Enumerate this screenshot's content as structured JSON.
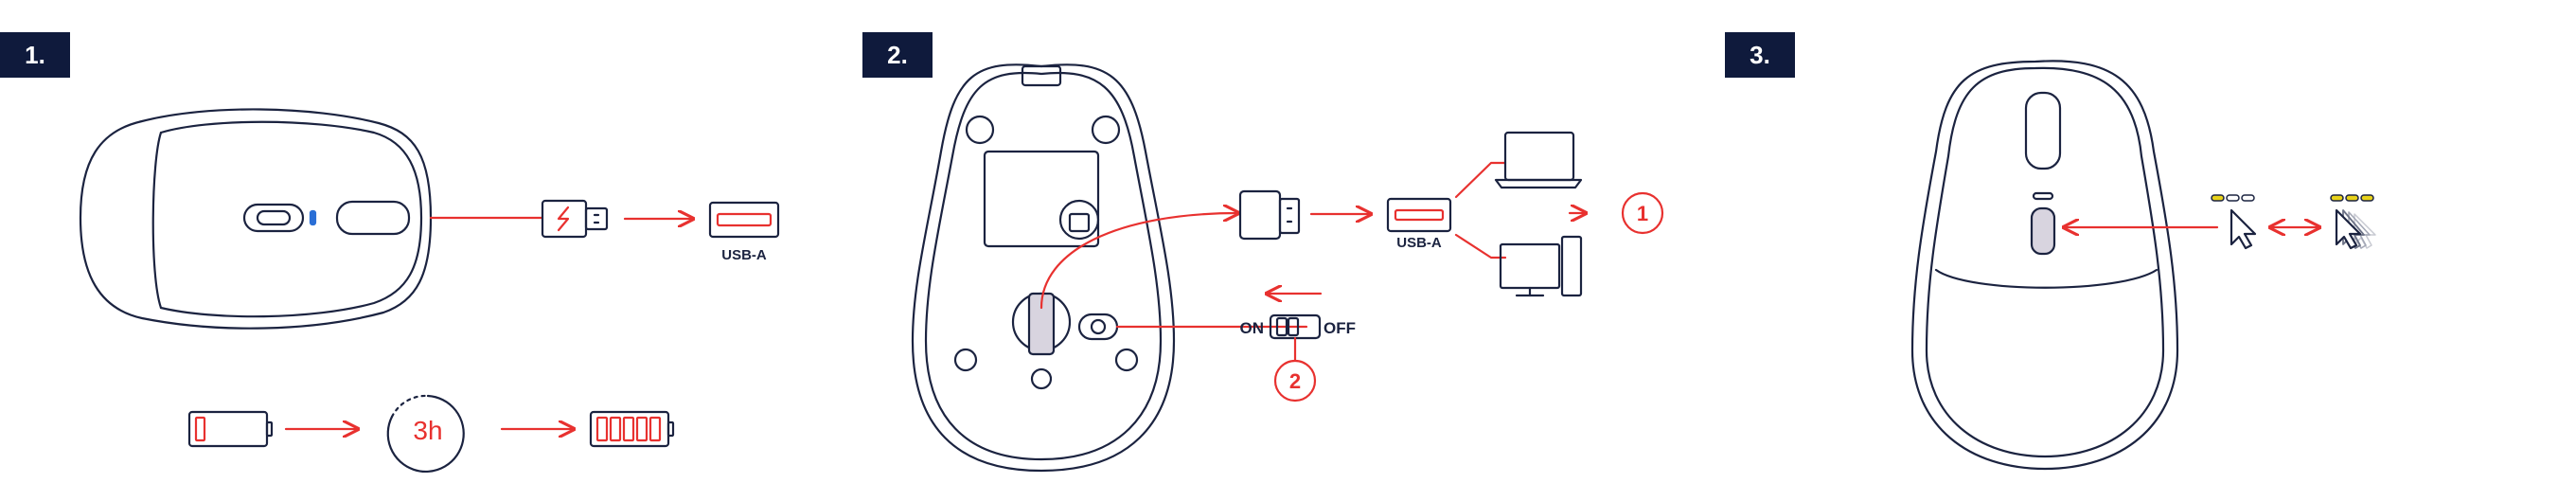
{
  "steps": [
    {
      "badge": "1."
    },
    {
      "badge": "2."
    },
    {
      "badge": "3."
    }
  ],
  "step1": {
    "usb_label": "USB-A",
    "charge_time": "3h"
  },
  "step2": {
    "usb_label": "USB-A",
    "switch_on": "ON",
    "switch_off": "OFF",
    "callout_device": "1",
    "callout_switch": "2"
  },
  "colors": {
    "accent": "#e8312f",
    "line": "#1b2340",
    "badge_bg": "#0f1a3c",
    "led_blue": "#2a6fd6",
    "led_yellow": "#e8d21a",
    "button_fill": "#d8d4df"
  },
  "icons": [
    "cable-icon",
    "usb-port-icon",
    "battery-empty-icon",
    "timer-icon",
    "battery-full-icon",
    "dongle-icon",
    "laptop-icon",
    "desktop-icon",
    "cursor-icon",
    "cursor-fast-icon"
  ]
}
